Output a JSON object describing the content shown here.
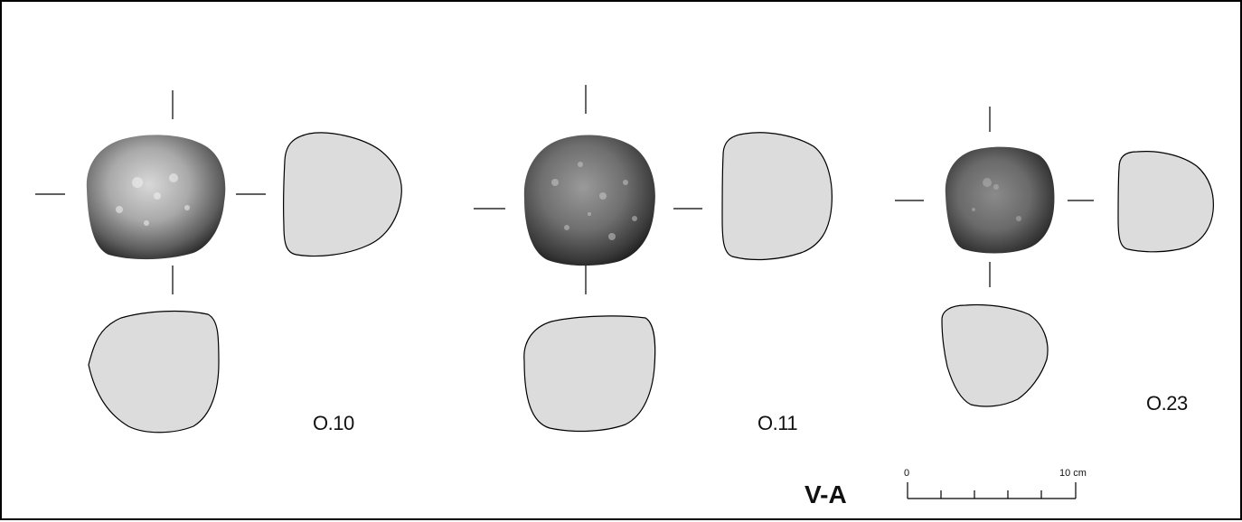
{
  "plate": {
    "title": "V-A",
    "objects": [
      {
        "id": "O.10"
      },
      {
        "id": "O.11"
      },
      {
        "id": "O.23"
      }
    ],
    "scale_bar": {
      "start_label": "0",
      "end_label": "10 cm",
      "divisions": 5
    }
  }
}
